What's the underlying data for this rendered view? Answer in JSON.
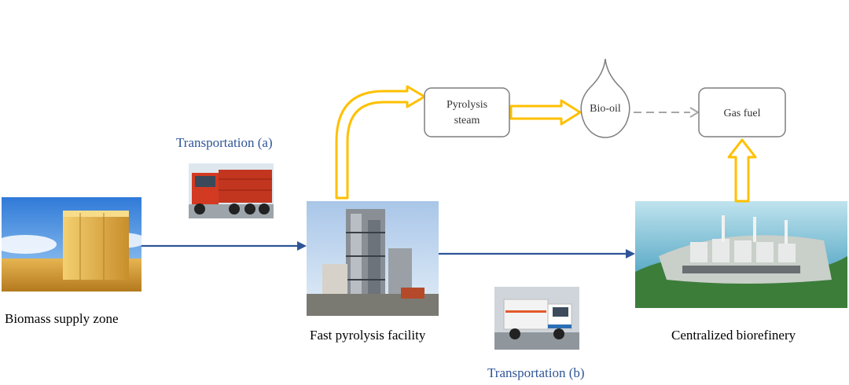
{
  "labels": {
    "biomass_supply_zone": "Biomass supply zone",
    "fast_pyrolysis_facility": "Fast pyrolysis facility",
    "centralized_biorefinery": "Centralized biorefinery",
    "transportation_a": "Transportation (a)",
    "transportation_b": "Transportation (b)"
  },
  "nodes": {
    "pyrolysis_steam_line1": "Pyrolysis",
    "pyrolysis_steam_line2": "steam",
    "bio_oil": "Bio-oil",
    "gas_fuel": "Gas fuel"
  },
  "colors": {
    "flow_arrow": "#2f5597",
    "product_arrow": "#ffc000",
    "box_border": "#7f7f7f",
    "transport_label": "#2f5597"
  }
}
